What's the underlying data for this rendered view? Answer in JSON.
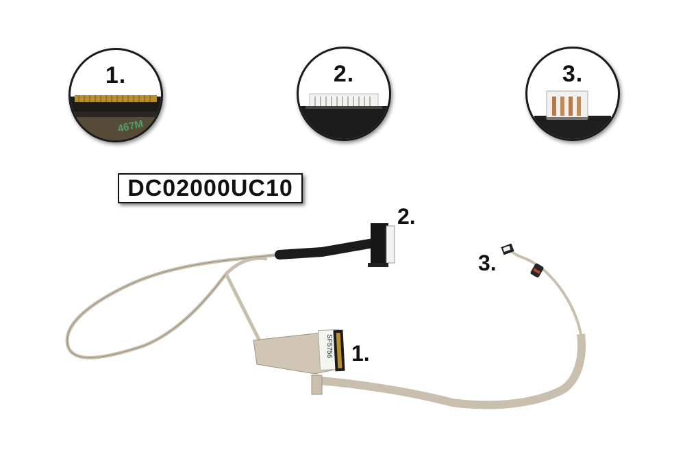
{
  "part_number": "DC02000UC10",
  "zoom_views": [
    {
      "label": "1.",
      "connector": "lcd-panel-connector"
    },
    {
      "label": "2.",
      "connector": "motherboard-connector"
    },
    {
      "label": "3.",
      "connector": "webcam-connector"
    }
  ],
  "callouts": {
    "connector_1": "1.",
    "connector_2": "2.",
    "connector_3": "3."
  },
  "cable_sticker_text": "SF5756",
  "zoom1_print_text": "467M",
  "colors": {
    "background": "#ffffff",
    "cable_foil": "#c9bfae",
    "cable_black": "#1b1b1b",
    "connector_white": "#f2f2f0",
    "connector_gold": "#b8902e"
  }
}
